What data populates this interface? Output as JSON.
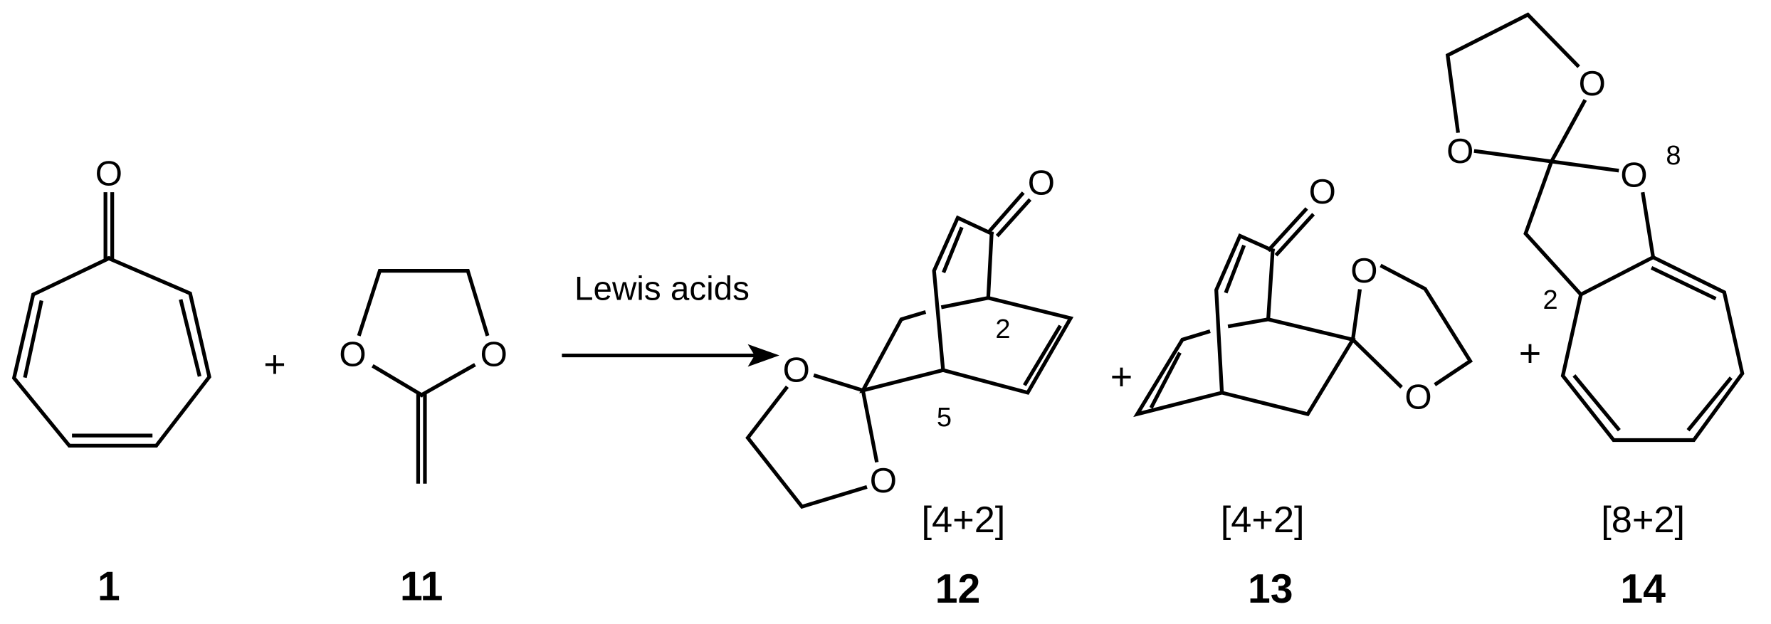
{
  "scheme": {
    "reagent_text": "Lewis acids",
    "plus_sign": "+",
    "atom_oxygen": "O"
  },
  "compounds": [
    {
      "id": "1"
    },
    {
      "id": "11"
    },
    {
      "id": "12",
      "cycloaddition": "[4+2]",
      "position_labels": [
        "2",
        "5"
      ]
    },
    {
      "id": "13",
      "cycloaddition": "[4+2]"
    },
    {
      "id": "14",
      "cycloaddition": "[8+2]",
      "position_labels": [
        "2",
        "8"
      ]
    }
  ]
}
